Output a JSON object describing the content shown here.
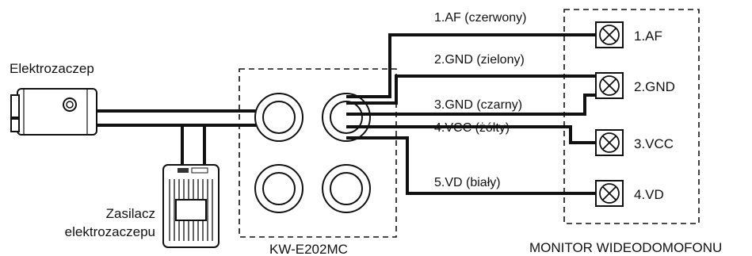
{
  "devices": {
    "lock_label": "Elektrozaczep",
    "psu_label_line1": "Zasilacz",
    "psu_label_line2": "elektrozaczepu",
    "module_label": "KW-E202MC",
    "monitor_label": "MONITOR WIDEODOMOFONU"
  },
  "wires": [
    {
      "id": "af",
      "label": "1.AF (czerwony)"
    },
    {
      "id": "gnd1",
      "label": "2.GND (zielony)"
    },
    {
      "id": "gnd2",
      "label": "3.GND (czarny)"
    },
    {
      "id": "vcc",
      "label": "4.VCC (żółty)"
    },
    {
      "id": "vd",
      "label": "5.VD (biały)"
    }
  ],
  "terminals": [
    {
      "id": "t1",
      "label": "1.AF"
    },
    {
      "id": "t2",
      "label": "2.GND"
    },
    {
      "id": "t3",
      "label": "3.VCC"
    },
    {
      "id": "t4",
      "label": "4.VD"
    }
  ]
}
